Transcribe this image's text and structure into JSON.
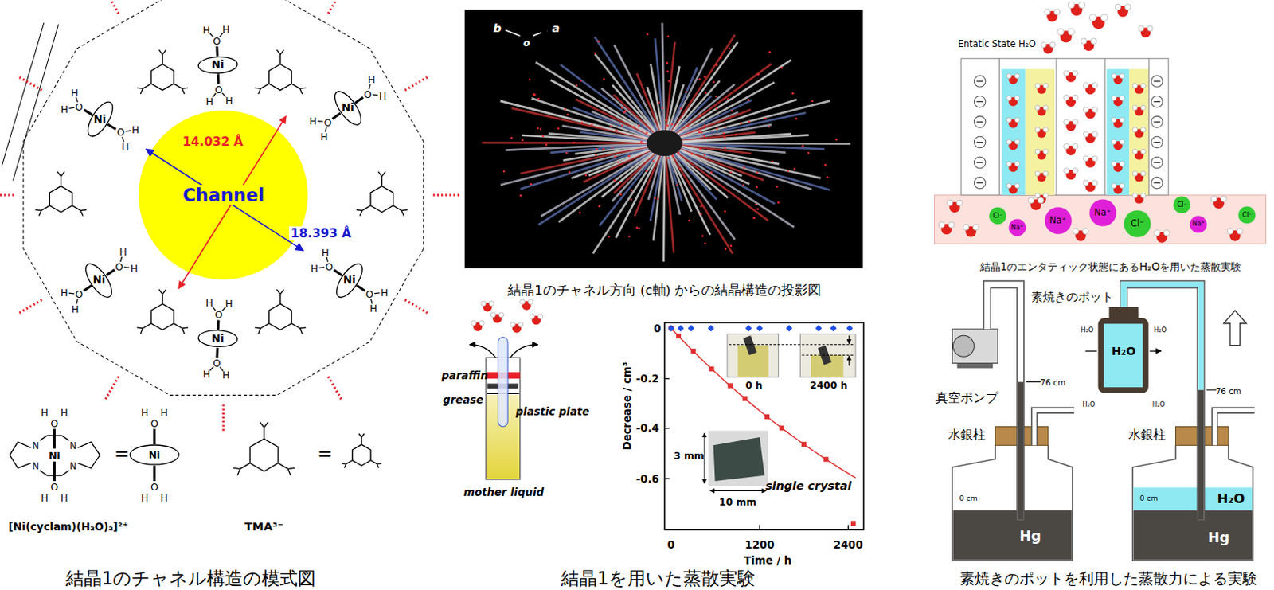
{
  "diagram": {
    "nodes": [
      {
        "text": [
          "Channel"
        ]
      },
      {
        "text": [
          "Ni"
        ]
      },
      {
        "text": [
          "Ni"
        ]
      },
      {
        "text": [
          "Ni"
        ]
      },
      {
        "text": [
          "Ni"
        ]
      },
      {
        "text": [
          "Ni"
        ]
      },
      {
        "text": [
          "Ni"
        ]
      },
      {
        "text": [
          "Ni"
        ]
      },
      {
        "text": [
          "Cl⁻"
        ]
      },
      {
        "text": [
          "Na⁺"
        ]
      },
      {
        "text": [
          "Na⁺"
        ]
      },
      {
        "text": [
          "Na⁺"
        ]
      },
      {
        "text": [
          "Cl⁻"
        ]
      },
      {
        "text": [
          "Cl⁻"
        ]
      },
      {
        "text": [
          "Na⁺"
        ]
      },
      {
        "text": [
          "Cl⁻"
        ]
      }
    ],
    "edges": [
      {
        "from": 2,
        "to": 5,
        "arrow": "both",
        "label": "18.393 Å"
      }
    ],
    "labels": [
      "14.032 Å",
      "[Ni(cyclam)(H₂O)₂]²⁺",
      "TMA³⁻",
      "=",
      "=",
      "結晶1のチャネル構造の模式図",
      "H",
      "H",
      "O",
      "N",
      "N",
      "Ni",
      "N",
      "N",
      "O",
      "H",
      "H",
      "H",
      "H",
      "O",
      "O",
      "H",
      "H",
      "b",
      "o",
      "a",
      "結晶1のチャネル方向 (c軸) からの結晶構造の投影図",
      "paraffin",
      "grease",
      "plastic plate",
      "mother liquid",
      "0",
      "-0.2",
      "-0.4",
      "-0.6",
      "Decrease / cm³",
      "0",
      "1200",
      "2400",
      "Time / h",
      "0 h",
      "2400 h",
      "3 mm",
      "10 mm",
      "single crystal",
      "結晶1を用いた蒸散実験",
      "Entatic State H₂O",
      "結晶1のエンタティック状態にあるH₂Oを用いた蒸散実験",
      "真空ポンプ",
      "水銀柱",
      "水銀柱",
      "76 cm",
      "76 cm",
      "0 cm",
      "0 cm",
      "Hg",
      "Hg",
      "素焼きのポット",
      "H₂O",
      "H₂O",
      "H₂O",
      "H₂O",
      "H₂O",
      "H₂O",
      "素焼きのポットを利用した蒸散力による実験",
      "O",
      "H",
      "H",
      "O",
      "H",
      "H",
      "O",
      "H",
      "H",
      "O",
      "H",
      "H",
      "O",
      "H",
      "H",
      "O",
      "H",
      "H",
      "O",
      "H",
      "H",
      "O",
      "H",
      "H",
      "O",
      "H",
      "H",
      "O",
      "H",
      "H",
      "O",
      "H",
      "H",
      "O",
      "H",
      "H"
    ]
  }
}
